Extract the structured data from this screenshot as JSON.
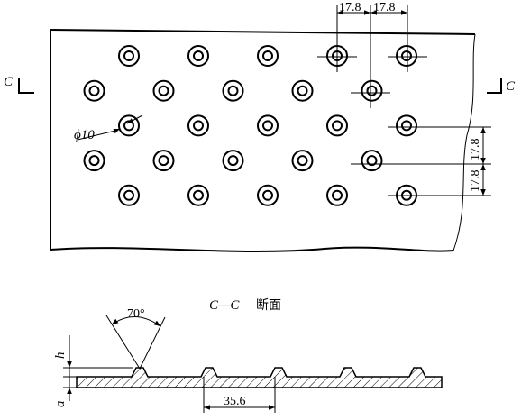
{
  "dimensions": {
    "pitch_x_left": "17.8",
    "pitch_x_right": "17.8",
    "pitch_y_top": "17.8",
    "pitch_y_bottom": "17.8",
    "hole_diameter": "ϕ10",
    "angle": "70°",
    "section_pitch": "35.6",
    "height_symbol": "h",
    "thickness_symbol": "a"
  },
  "section": {
    "marker_left": "C",
    "marker_right": "C",
    "title_italic": "C—C",
    "title_suffix": "断面"
  },
  "holes": [
    {
      "col": 0,
      "row": 0
    },
    {
      "col": 2,
      "row": 0
    },
    {
      "col": 4,
      "row": 0
    },
    {
      "col": 6,
      "row": 0
    },
    {
      "col": 8,
      "row": 0
    },
    {
      "col": -1,
      "row": 1
    },
    {
      "col": 1,
      "row": 1
    },
    {
      "col": 3,
      "row": 1
    },
    {
      "col": 5,
      "row": 1
    },
    {
      "col": 7,
      "row": 1
    },
    {
      "col": 0,
      "row": 2
    },
    {
      "col": 2,
      "row": 2
    },
    {
      "col": 4,
      "row": 2
    },
    {
      "col": 6,
      "row": 2
    },
    {
      "col": 8,
      "row": 2
    },
    {
      "col": -1,
      "row": 3
    },
    {
      "col": 1,
      "row": 3
    },
    {
      "col": 3,
      "row": 3
    },
    {
      "col": 5,
      "row": 3
    },
    {
      "col": 7,
      "row": 3
    },
    {
      "col": 0,
      "row": 4
    },
    {
      "col": 2,
      "row": 4
    },
    {
      "col": 4,
      "row": 4
    },
    {
      "col": 6,
      "row": 4
    },
    {
      "col": 8,
      "row": 4
    }
  ],
  "section_bumps": 5
}
